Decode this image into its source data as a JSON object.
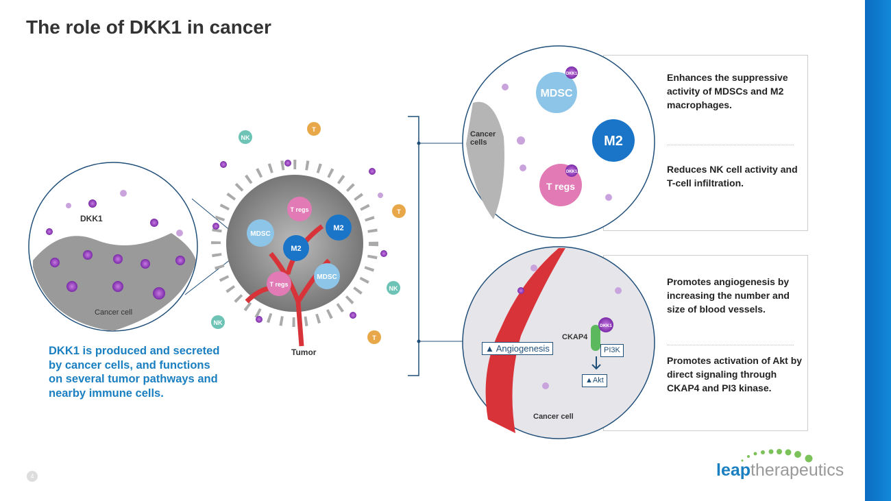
{
  "title": "The role of DKK1 in cancer",
  "left_inset": {
    "dkk1_label": "DKK1",
    "cell_label": "Cancer cell"
  },
  "tumor": {
    "label": "Tumor",
    "cells": {
      "mdsc": "MDSC",
      "m2": "M2",
      "tregs": "T regs",
      "nk": "NK",
      "t": "T"
    }
  },
  "summary": "DKK1 is produced and secreted by cancer cells, and functions on several tumor pathways and nearby immune cells.",
  "top_inset": {
    "cancer_cells_label": "Cancer cells",
    "mdsc": "MDSC",
    "m2": "M2",
    "tregs": "T regs",
    "dkk1": "DKK1"
  },
  "top_box": {
    "item1": "Enhances the suppressive activity of MDSCs and M2 macrophages.",
    "item2": "Reduces NK cell activity and T-cell infiltration."
  },
  "bottom_inset": {
    "angiogenesis": "Angiogenesis",
    "ckap4": "CKAP4",
    "pi3k": "PI3K",
    "akt": "Akt",
    "dkk1": "DKK1",
    "cell_label": "Cancer cell"
  },
  "bottom_box": {
    "item1": "Promotes angiogenesis by increasing the number and size of blood vessels.",
    "item2": "Promotes activation of Akt by direct signaling through CKAP4 and PI3 kinase."
  },
  "page_number": "4",
  "logo": {
    "bold": "leap",
    "light": "therapeutics"
  },
  "colors": {
    "accent": "#1a7fc1",
    "vessel": "#d9333a",
    "dkk1": "#9b3fc6",
    "ckap4": "#5cb85c"
  }
}
